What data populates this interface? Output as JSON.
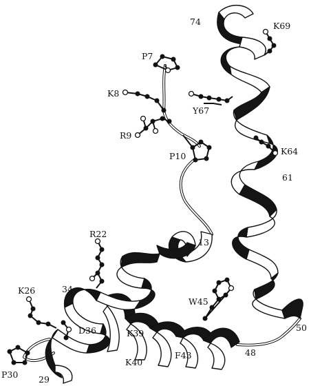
{
  "labels": {
    "n74": "74",
    "k69": "K69",
    "p7": "P7",
    "k8": "K8",
    "y67": "Y67",
    "r9": "R9",
    "p10": "P10",
    "k64": "K64",
    "n61": "61",
    "n13": "13",
    "r22": "R22",
    "k26": "K26",
    "n34": "34",
    "w45": "W45",
    "d36": "D36",
    "k39": "K39",
    "p30": "P30",
    "k40": "K40",
    "f43": "F43",
    "n50": "50",
    "n48": "48",
    "n29": "29"
  }
}
